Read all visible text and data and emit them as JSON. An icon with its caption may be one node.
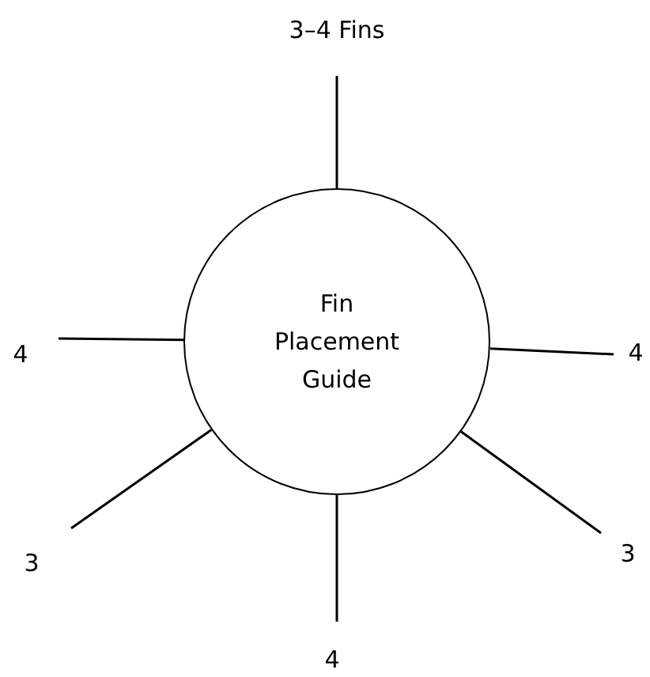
{
  "diagram": {
    "nodes": [
      {
        "text": [
          "Fin Placement Guide"
        ]
      },
      {
        "text": [
          "3–4 Fins"
        ]
      },
      {
        "text": [
          "4"
        ]
      },
      {
        "text": [
          "4"
        ]
      },
      {
        "text": [
          "3"
        ]
      },
      {
        "text": [
          "3"
        ]
      },
      {
        "text": [
          "4"
        ]
      }
    ],
    "edges": [
      {
        "from": 1,
        "to": 0,
        "arrow": "none"
      },
      {
        "from": 2,
        "to": 0,
        "arrow": "none"
      },
      {
        "from": 3,
        "to": 0,
        "arrow": "none"
      },
      {
        "from": 4,
        "to": 0,
        "arrow": "none"
      },
      {
        "from": 5,
        "to": 0,
        "arrow": "none"
      },
      {
        "from": 6,
        "to": 0,
        "arrow": "none"
      }
    ]
  }
}
